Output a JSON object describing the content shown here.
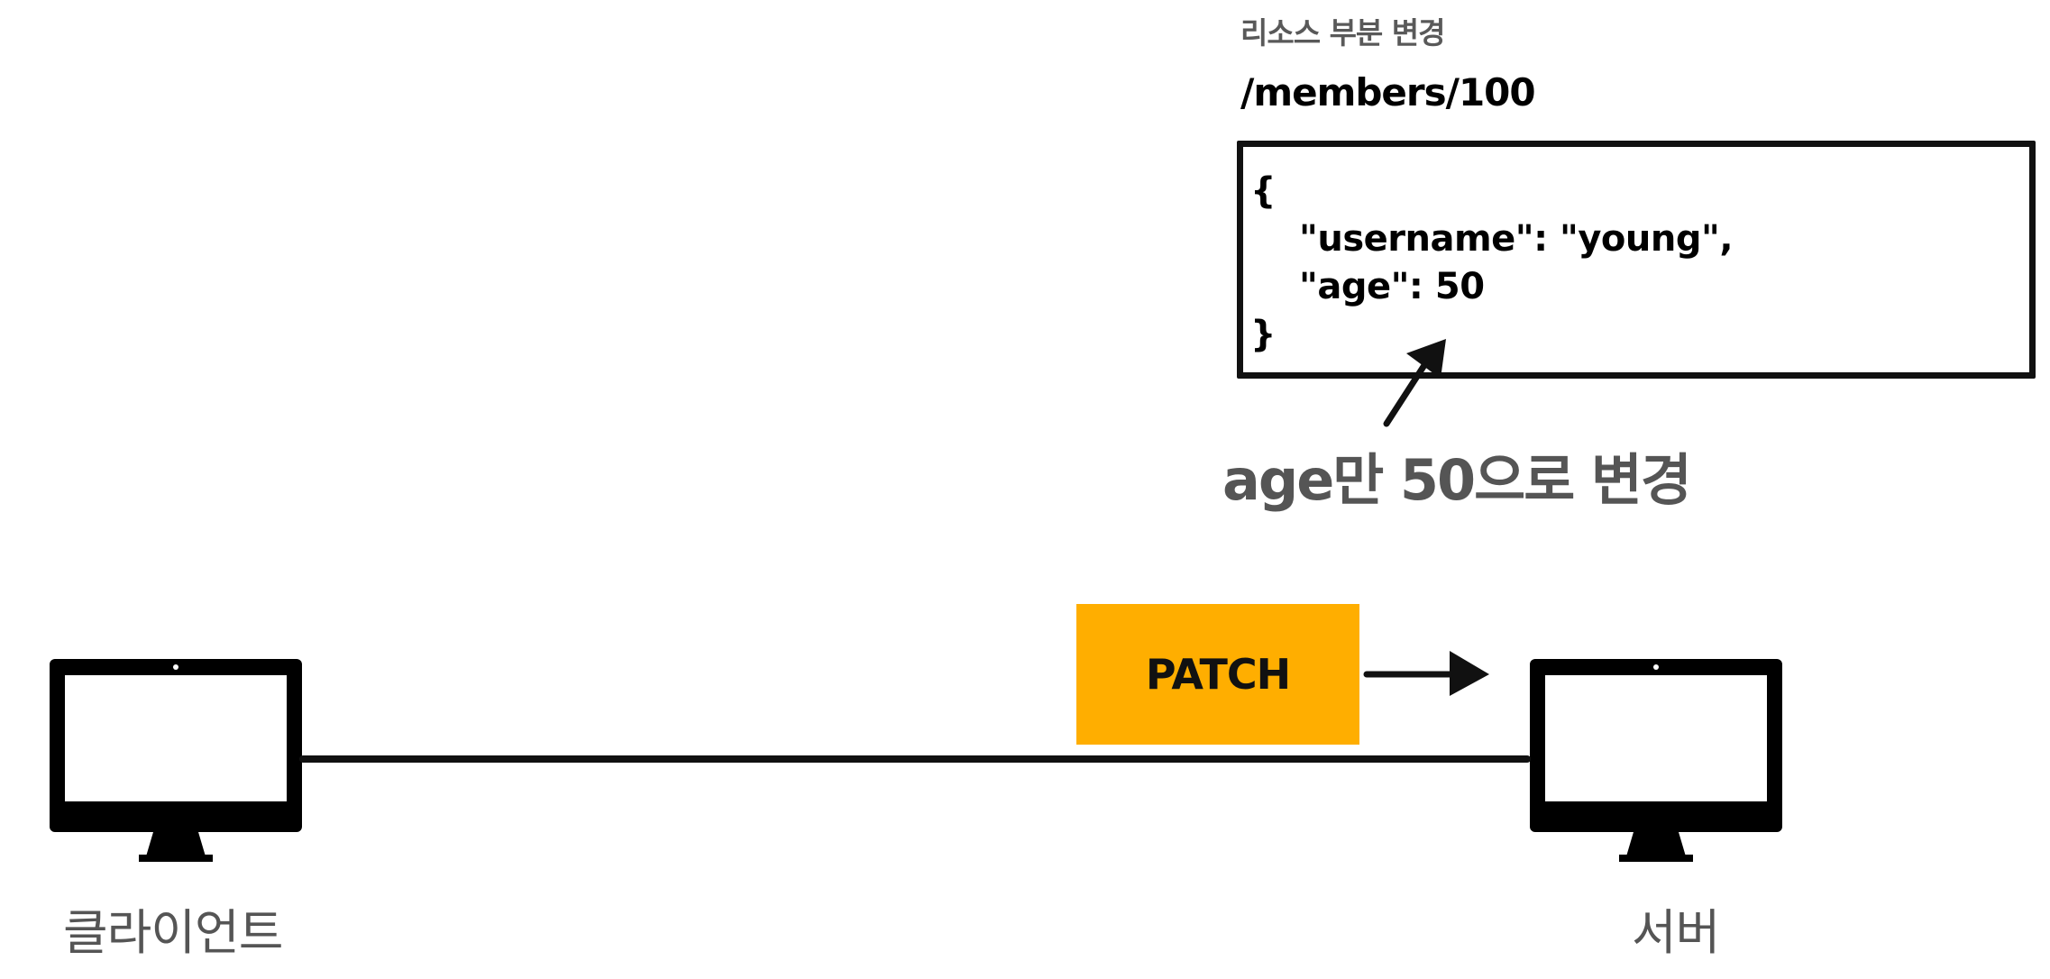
{
  "header": {
    "section_title": "리소스 부분 변경",
    "resource_path": "/members/100"
  },
  "json_body": {
    "open_brace": "{",
    "line_username": "\"username\": \"young\",",
    "line_age": "\"age\": 50",
    "close_brace": "}"
  },
  "annotation": "age만 50으로 변경",
  "method": {
    "label": "PATCH",
    "color": "#ffae00"
  },
  "client": {
    "label": "클라이언트",
    "icon": "monitor-icon"
  },
  "server": {
    "label": "서버",
    "icon": "monitor-icon"
  }
}
